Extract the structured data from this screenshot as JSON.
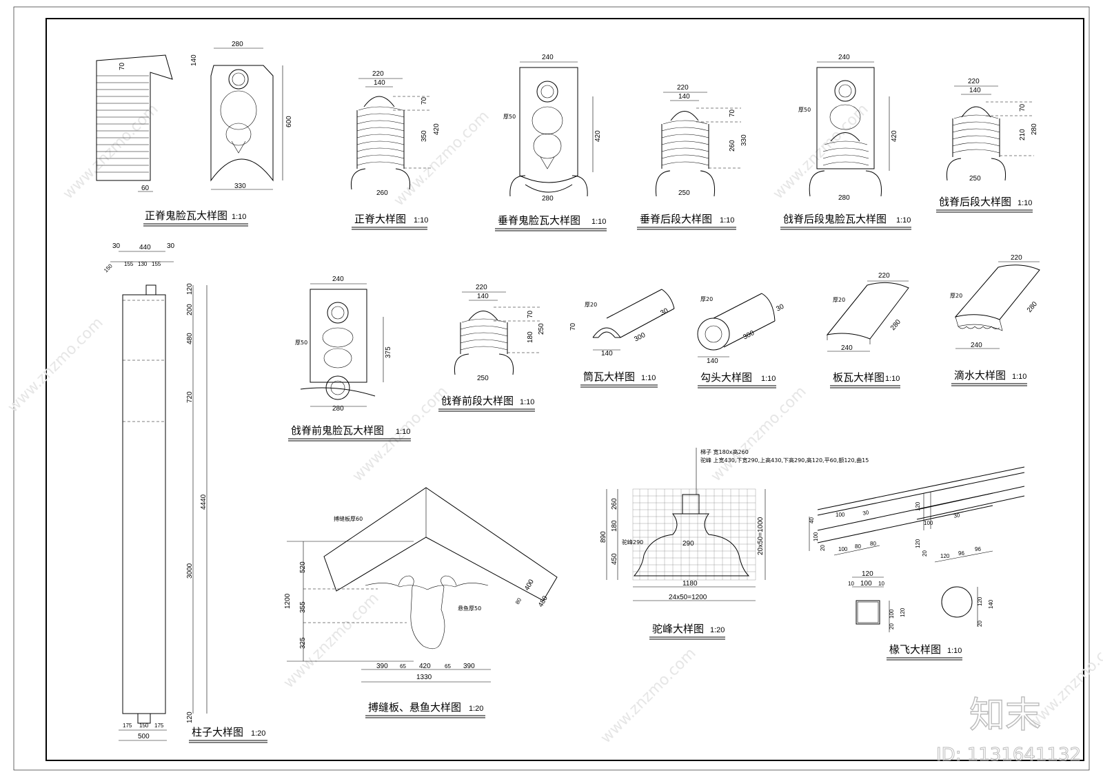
{
  "titles": {
    "t1": {
      "name": "正脊鬼脸瓦大样图",
      "scale": "1:10"
    },
    "t2": {
      "name": "正脊大样图",
      "scale": "1:10"
    },
    "t3": {
      "name": "垂脊鬼脸瓦大样图",
      "scale": "1:10"
    },
    "t4": {
      "name": "垂脊后段大样图",
      "scale": "1:10"
    },
    "t5": {
      "name": "戗脊后段鬼脸瓦大样图",
      "scale": "1:10"
    },
    "t6": {
      "name": "戗脊后段大样图",
      "scale": "1:10"
    },
    "t7": {
      "name": "戗脊前鬼脸瓦大样图",
      "scale": "1:10"
    },
    "t8": {
      "name": "戗脊前段大样图",
      "scale": "1:10"
    },
    "t9": {
      "name": "筒瓦大样图",
      "scale": "1:10"
    },
    "t10": {
      "name": "勾头大样图",
      "scale": "1:10"
    },
    "t11": {
      "name": "板瓦大样图",
      "scale": "1:10"
    },
    "t12": {
      "name": "滴水大样图",
      "scale": "1:10"
    },
    "t13": {
      "name": "柱子大样图",
      "scale": "1:20"
    },
    "t14": {
      "name": "搏缝板、悬鱼大样图",
      "scale": "1:20"
    },
    "t15": {
      "name": "驼峰大样图",
      "scale": "1:20"
    },
    "t16": {
      "name": "椽飞大样图",
      "scale": "1:10"
    }
  },
  "dims": {
    "d280": "280",
    "d140": "140",
    "d70": "70",
    "d600": "600",
    "d60": "60",
    "d330": "330",
    "d220": "220",
    "d350": "350",
    "d420": "420",
    "d260": "260",
    "d240": "240",
    "d250": "250",
    "d210": "210",
    "d375": "375",
    "d180": "180",
    "d300": "300",
    "d30": "30",
    "d440": "440",
    "d155": "155",
    "d130": "130",
    "d50": "50",
    "d120": "120",
    "d200": "200",
    "d480": "480",
    "d720": "720",
    "d4440": "4440",
    "d3000": "3000",
    "d175": "175",
    "d150": "150",
    "d500": "500",
    "d1200": "1200",
    "d520": "520",
    "d355": "355",
    "d325": "325",
    "d390": "390",
    "d65": "65",
    "d1330": "1330",
    "d400": "400",
    "d80": "80",
    "d890": "890",
    "d450": "450",
    "d1180": "1180",
    "d290": "290",
    "grid_w": "24x50=1200",
    "grid_h": "20x50=1000",
    "d100": "100",
    "d96": "96",
    "d10": "10",
    "d20": "20"
  },
  "notes": {
    "thick50": "厚50",
    "thick20": "厚20",
    "board60": "搏缝板厚60",
    "fish50": "悬鱼厚50",
    "tuo1": "梯子 宽180x高260",
    "tuo2": "驼峰 上宽430,下宽290,上高430,下高290,高120,平60,额120,曲15",
    "tuo_inner": "驼峰290"
  },
  "watermark": {
    "site": "www.znzmo.com",
    "brand": "知末网",
    "logo": "知末",
    "id": "ID: 1131641132"
  }
}
